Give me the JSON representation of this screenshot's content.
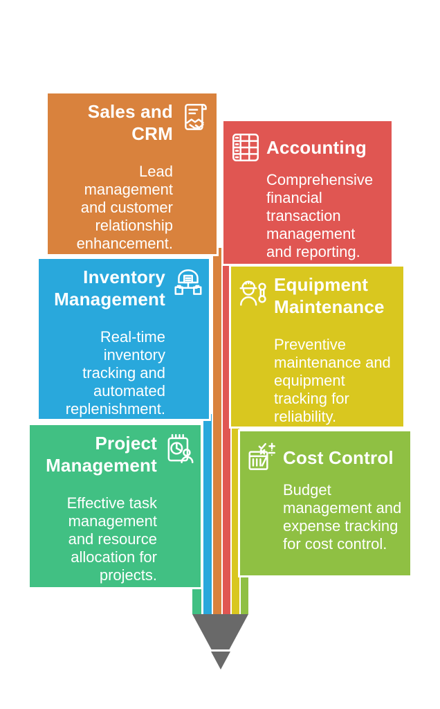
{
  "cards": [
    {
      "name": "sales-crm",
      "title": "Sales and\nCRM",
      "body": "Lead management and customer relationship enhancement.",
      "color": "#D9823D",
      "icon": "document-handshake-icon"
    },
    {
      "name": "accounting",
      "title": "Accounting",
      "body": "Comprehensive financial transaction management and reporting.",
      "color": "#E05652",
      "icon": "spreadsheet-calculator-icon"
    },
    {
      "name": "inventory-management",
      "title": "Inventory\nManagement",
      "body": "Real-time inventory tracking and automated replenishment.",
      "color": "#29A8DC",
      "icon": "warehouse-distribution-icon"
    },
    {
      "name": "equipment-maintenance",
      "title": "Equipment\nMaintenance",
      "body": "Preventive maintenance and equipment tracking for reliability.",
      "color": "#D9C71F",
      "icon": "worker-wrench-icon"
    },
    {
      "name": "project-management",
      "title": "Project\nManagement",
      "body": "Effective task management and resource allocation for projects.",
      "color": "#41C083",
      "icon": "calendar-pie-person-icon"
    },
    {
      "name": "cost-control",
      "title": "Cost Control",
      "body": "Budget management and expense tracking for cost control.",
      "color": "#8FC043",
      "icon": "calculator-math-icon"
    }
  ],
  "pencil": {
    "tip_color": "#696969",
    "stripes": [
      {
        "source": "project-management",
        "color": "#41C083"
      },
      {
        "source": "inventory-management",
        "color": "#29A8DC"
      },
      {
        "source": "sales-crm",
        "color": "#D9823D"
      },
      {
        "source": "accounting",
        "color": "#E05652"
      },
      {
        "source": "equipment-maintenance",
        "color": "#D9C71F"
      },
      {
        "source": "cost-control",
        "color": "#8FC043"
      }
    ]
  },
  "text_color": "#FFFFFF",
  "background_color": "#FFFFFF"
}
